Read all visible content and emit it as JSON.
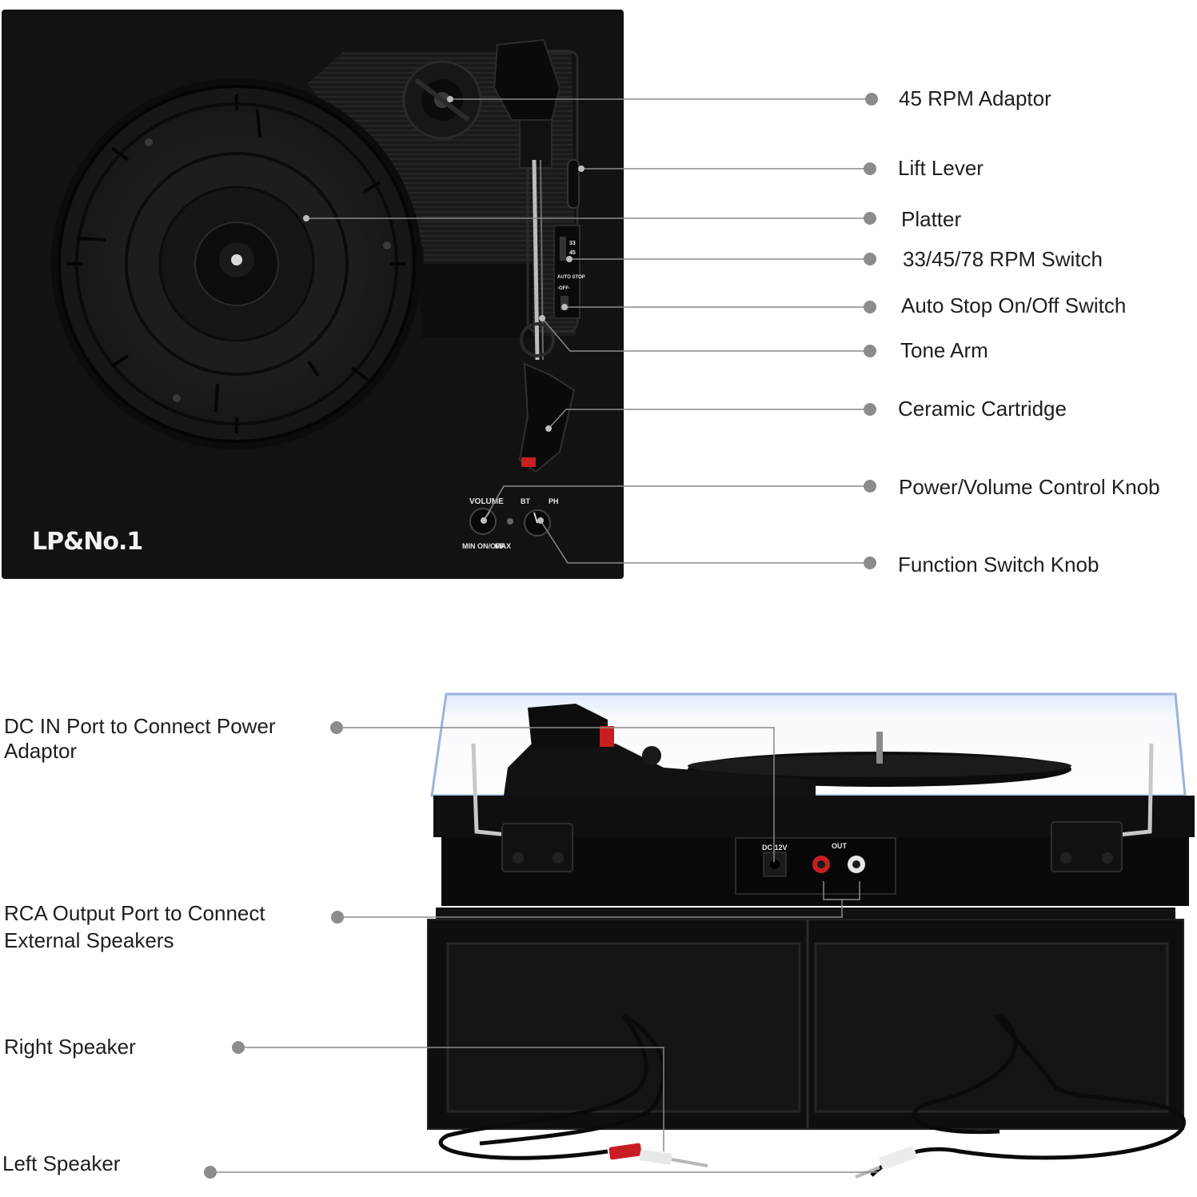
{
  "brand": "LP&No.1",
  "top_panel": {
    "knob_labels": {
      "volume": "VOLUME",
      "min_onoff": "MIN ON/OFF",
      "max": "MAX",
      "bt": "BT",
      "ph": "PH"
    },
    "switch_labels": {
      "speed_33": "33",
      "speed_45": "45",
      "auto_stop": "AUTO STOP",
      "off": "-OFF-"
    }
  },
  "back_panel": {
    "dc_label": "DC 12V",
    "out_label": "OUT"
  },
  "callouts_right": [
    "45 RPM Adaptor",
    "Lift Lever",
    "Platter",
    "33/45/78 RPM Switch",
    "Auto Stop On/Off Switch",
    "Tone Arm",
    "Ceramic Cartridge",
    "Power/Volume Control Knob",
    "Function Switch Knob"
  ],
  "callouts_left": [
    "DC IN Port to Connect Power Adaptor",
    "RCA Output Port to Connect External Speakers",
    "Right Speaker",
    "Left Speaker"
  ],
  "colors": {
    "background": "#ffffff",
    "device": "#111111",
    "leader_line": "#8a8a8a",
    "dot": "#8c8c8c",
    "label_text": "#1e1e1e",
    "rca_red": "#c81e23"
  }
}
